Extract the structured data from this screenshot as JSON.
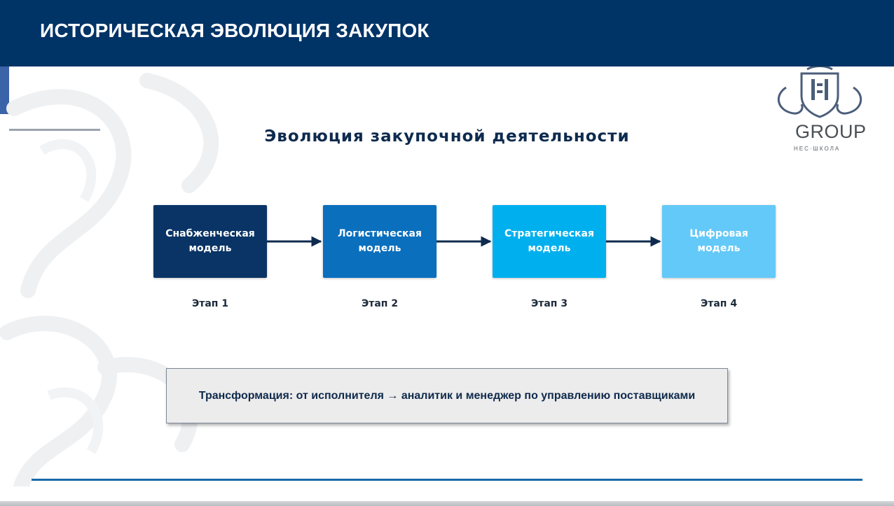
{
  "header": {
    "title": "ИСТОРИЧЕСКАЯ ЭВОЛЮЦИЯ ЗАКУПОК"
  },
  "logo": {
    "word": "GROUP",
    "sub": "НЕС·ШКОЛА",
    "icon": "crest-icon"
  },
  "diagram": {
    "title": "Эволюция закупочной деятельности",
    "stages": [
      {
        "name": "Снабженческая\nмодель",
        "label": "Этап 1",
        "color": "#0a3466"
      },
      {
        "name": "Логистическая\nмодель",
        "label": "Этап 2",
        "color": "#0a6fbd"
      },
      {
        "name": "Стратегическая\nмодель",
        "label": "Этап 3",
        "color": "#00b0ee"
      },
      {
        "name": "Цифровая\nмодель",
        "label": "Этап 4",
        "color": "#63c9f8"
      }
    ],
    "arrow_color": "#0e2a4e"
  },
  "callout": {
    "text": "Трансформация: от исполнителя → аналитик и менеджер по управлению поставщиками"
  },
  "colors": {
    "header": "#003366",
    "footer_rule": "#1a6aa8"
  }
}
